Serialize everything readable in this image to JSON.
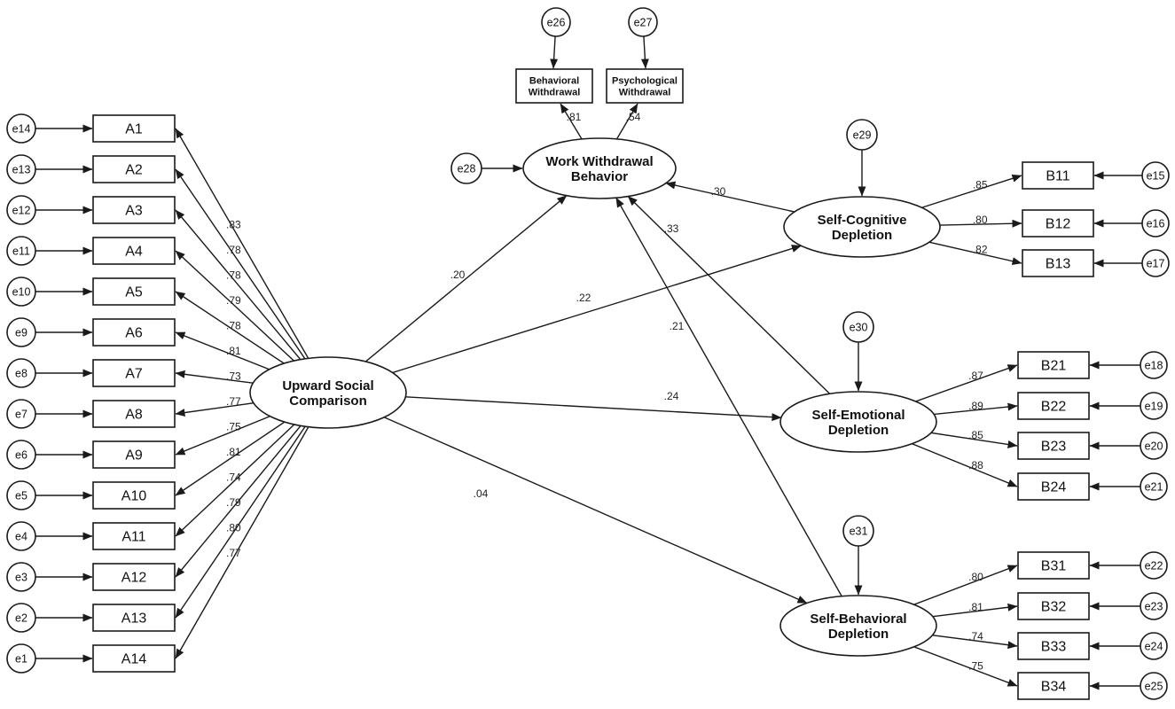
{
  "diagram": {
    "type": "sem-path-diagram",
    "background": "#ffffff",
    "stroke_color": "#1a1a1a",
    "node_fill": "#ffffff",
    "exogenous": {
      "id": "usc",
      "label": "Upward Social Comparison",
      "indicators": [
        {
          "name": "A1",
          "loading": ".83",
          "error": "e14"
        },
        {
          "name": "A2",
          "loading": ".78",
          "error": "e13"
        },
        {
          "name": "A3",
          "loading": ".78",
          "error": "e12"
        },
        {
          "name": "A4",
          "loading": ".79",
          "error": "e11"
        },
        {
          "name": "A5",
          "loading": ".78",
          "error": "e10"
        },
        {
          "name": "A6",
          "loading": ".81",
          "error": "e9"
        },
        {
          "name": "A7",
          "loading": ".73",
          "error": "e8"
        },
        {
          "name": "A8",
          "loading": ".77",
          "error": "e7"
        },
        {
          "name": "A9",
          "loading": ".75",
          "error": "e6"
        },
        {
          "name": "A10",
          "loading": ".81",
          "error": "e5"
        },
        {
          "name": "A11",
          "loading": ".74",
          "error": "e4"
        },
        {
          "name": "A12",
          "loading": ".79",
          "error": "e3"
        },
        {
          "name": "A13",
          "loading": ".80",
          "error": "e2"
        },
        {
          "name": "A14",
          "loading": ".77",
          "error": "e1"
        }
      ]
    },
    "outcome": {
      "id": "wwb",
      "label": "Work Withdrawal Behavior",
      "error": "e28",
      "indicators": [
        {
          "name": "Behavioral Withdrawal",
          "loading": ".81",
          "error": "e26"
        },
        {
          "name": "Psychological Withdrawal",
          "loading": ".54",
          "error": "e27"
        }
      ]
    },
    "mediators": [
      {
        "id": "scd",
        "label": "Self-Cognitive Depletion",
        "error": "e29",
        "indicators": [
          {
            "name": "B11",
            "loading": ".85",
            "error": "e15"
          },
          {
            "name": "B12",
            "loading": ".80",
            "error": "e16"
          },
          {
            "name": "B13",
            "loading": ".82",
            "error": "e17"
          }
        ]
      },
      {
        "id": "sed",
        "label": "Self-Emotional Depletion",
        "error": "e30",
        "indicators": [
          {
            "name": "B21",
            "loading": ".87",
            "error": "e18"
          },
          {
            "name": "B22",
            "loading": ".89",
            "error": "e19"
          },
          {
            "name": "B23",
            "loading": ".85",
            "error": "e20"
          },
          {
            "name": "B24",
            "loading": ".88",
            "error": "e21"
          }
        ]
      },
      {
        "id": "sbd",
        "label": "Self-Behavioral Depletion",
        "error": "e31",
        "indicators": [
          {
            "name": "B31",
            "loading": ".80",
            "error": "e22"
          },
          {
            "name": "B32",
            "loading": ".81",
            "error": "e23"
          },
          {
            "name": "B33",
            "loading": ".74",
            "error": "e24"
          },
          {
            "name": "B34",
            "loading": ".75",
            "error": "e25"
          }
        ]
      }
    ],
    "paths": [
      {
        "from": "usc",
        "to": "wwb",
        "weight": ".20"
      },
      {
        "from": "usc",
        "to": "scd",
        "weight": ".22"
      },
      {
        "from": "usc",
        "to": "sed",
        "weight": ".24"
      },
      {
        "from": "usc",
        "to": "sbd",
        "weight": ".04"
      },
      {
        "from": "scd",
        "to": "wwb",
        "weight": ".30"
      },
      {
        "from": "sed",
        "to": "wwb",
        "weight": ".33"
      },
      {
        "from": "sbd",
        "to": "wwb",
        "weight": ".21"
      }
    ]
  }
}
